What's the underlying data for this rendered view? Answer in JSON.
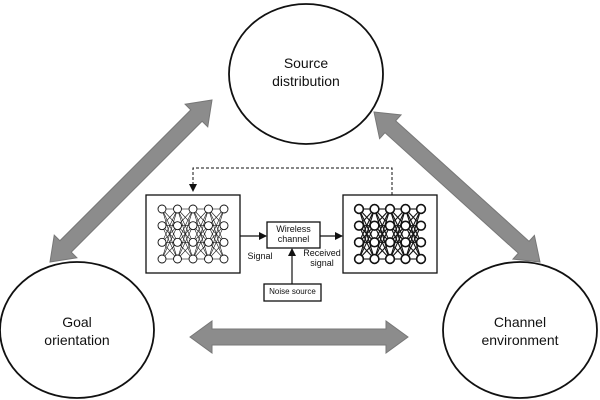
{
  "nodes": {
    "source": {
      "line1": "Source",
      "line2": "distribution"
    },
    "goal": {
      "line1": "Goal",
      "line2": "orientation"
    },
    "channel": {
      "line1": "Channel",
      "line2": "environment"
    }
  },
  "system": {
    "wireless_line1": "Wireless",
    "wireless_line2": "channel",
    "noise": "Noise source",
    "signal": "Signal",
    "received_line1": "Received",
    "received_line2": "signal"
  },
  "colors": {
    "arrow_fill": "#8c8c8c",
    "arrow_stroke": "#777777",
    "line": "#111111"
  }
}
